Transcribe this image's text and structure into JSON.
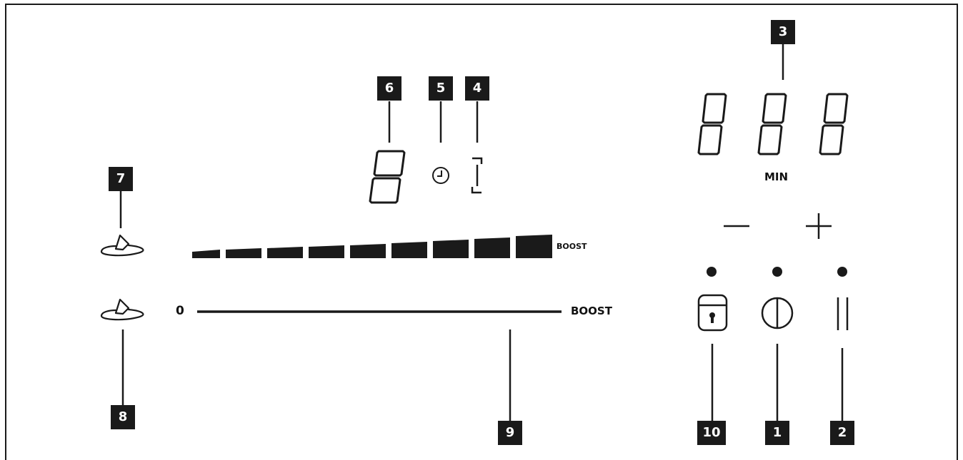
{
  "callouts": {
    "c1": "1",
    "c2": "2",
    "c3": "3",
    "c4": "4",
    "c5": "5",
    "c6": "6",
    "c7": "7",
    "c8": "8",
    "c9": "9",
    "c10": "10"
  },
  "labels": {
    "min_label": "MIN",
    "boost_top": "BOOST",
    "boost_slider": "BOOST",
    "slider_zero": "0"
  },
  "icons": {
    "timer_display": "seven-segment-888-icon",
    "level_display": "seven-segment-8-icon",
    "clock": "clock-icon",
    "bridge": "bracket-icon",
    "fan_top": "fan-icon",
    "fan_bottom": "fan-icon",
    "lock": "lock-icon",
    "power": "power-icon",
    "pause": "pause-icon",
    "minus": "minus-icon",
    "plus": "plus-icon"
  },
  "colors": {
    "ink": "#1a1a1a",
    "background": "#ffffff"
  }
}
